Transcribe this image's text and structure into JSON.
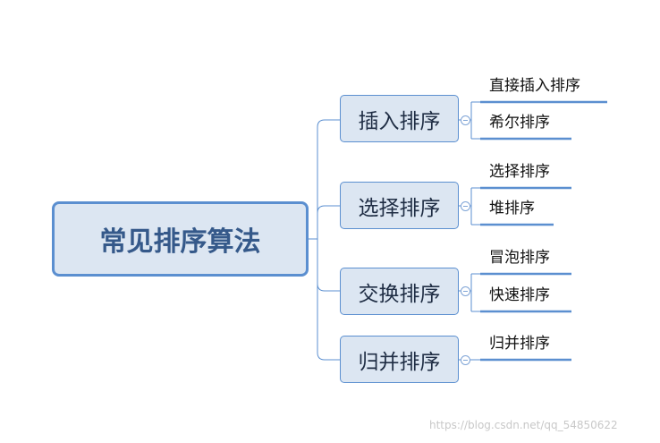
{
  "root": {
    "label": "常见排序算法"
  },
  "branches": [
    {
      "label": "插入排序",
      "children": [
        "直接插入排序",
        "希尔排序"
      ]
    },
    {
      "label": "选择排序",
      "children": [
        "选择排序",
        "堆排序"
      ]
    },
    {
      "label": "交换排序",
      "children": [
        "冒泡排序",
        "快速排序"
      ]
    },
    {
      "label": "归并排序",
      "children": [
        "归并排序"
      ]
    }
  ],
  "watermark": "https://blog.csdn.net/qq_54850622",
  "colors": {
    "accent": "#5b8fd0",
    "fill": "#dce6f2",
    "root_text": "#35598a"
  }
}
